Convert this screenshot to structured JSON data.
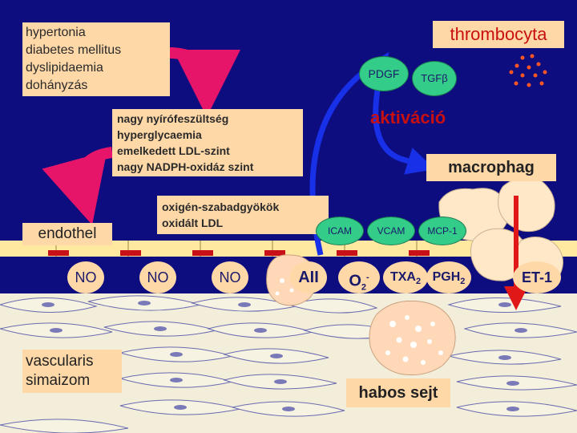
{
  "risk_factors": [
    "hypertonia",
    "diabetes mellitus",
    "dyslipidaemia",
    "dohányzás"
  ],
  "stress_conditions": [
    "nagy nyírófeszültség",
    "hyperglycaemia",
    "emelkedett LDL-szint",
    "nagy NADPH-oxidáz szint"
  ],
  "ros_box": [
    "oxigén-szabadgyökök",
    "oxidált LDL"
  ],
  "thrombocyta": "thrombocyta",
  "pdgf": "PDGF",
  "tgf_beta": "TGFβ",
  "activation": "aktiváció",
  "macrophage": "macrophag",
  "endothel": "endothel",
  "adhesion": {
    "icam": "ICAM",
    "vcam": "VCAM",
    "mcp": "MCP-1"
  },
  "mediators": {
    "no": "NO",
    "aii": "AII",
    "o2_base": "O",
    "o2_sub": "2",
    "o2_sup": "-",
    "txa_base": "TXA",
    "txa_sub": "2",
    "pgh_base": "PGH",
    "pgh_sub": "2",
    "et1": "ET-1"
  },
  "vascular_smooth_muscle": [
    "vascularis",
    "simaizom"
  ],
  "foam_cell": "habos sejt",
  "colors": {
    "background": "#0d0d80",
    "box_fill": "#ffd8a8",
    "emphasis_red": "#c81010",
    "arrow_magenta": "#e6156a",
    "arrow_blue": "#1830e8",
    "oval_green": "#33cc88",
    "endothelium_line": "#ffe8a0"
  }
}
